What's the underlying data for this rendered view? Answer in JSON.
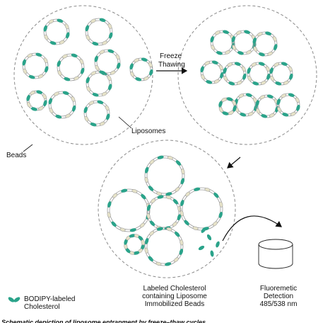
{
  "labels": {
    "freeze": "Freeze",
    "thawing": "Thawing",
    "liposomes": "Liposomes",
    "beads": "Beads",
    "result_line1": "Labeled Cholesterol",
    "result_line2": "containing Liposome",
    "result_line3": "Immobilized Beads",
    "detection_line1": "Fluoremetic",
    "detection_line2": "Detection",
    "detection_line3": "485/538 nm",
    "legend_line1": "BODIPY-labeled",
    "legend_line2": "Cholesterol",
    "caption": "Schematic depiction of liposome entrapment by freeze–thaw cycles"
  },
  "colors": {
    "cholesterol": "#2aa38a",
    "membrane": "#9a9a9a",
    "lipid_head": "#e6e2c8",
    "bead_outline": "#8a8a8a",
    "arrow": "#111111"
  }
}
